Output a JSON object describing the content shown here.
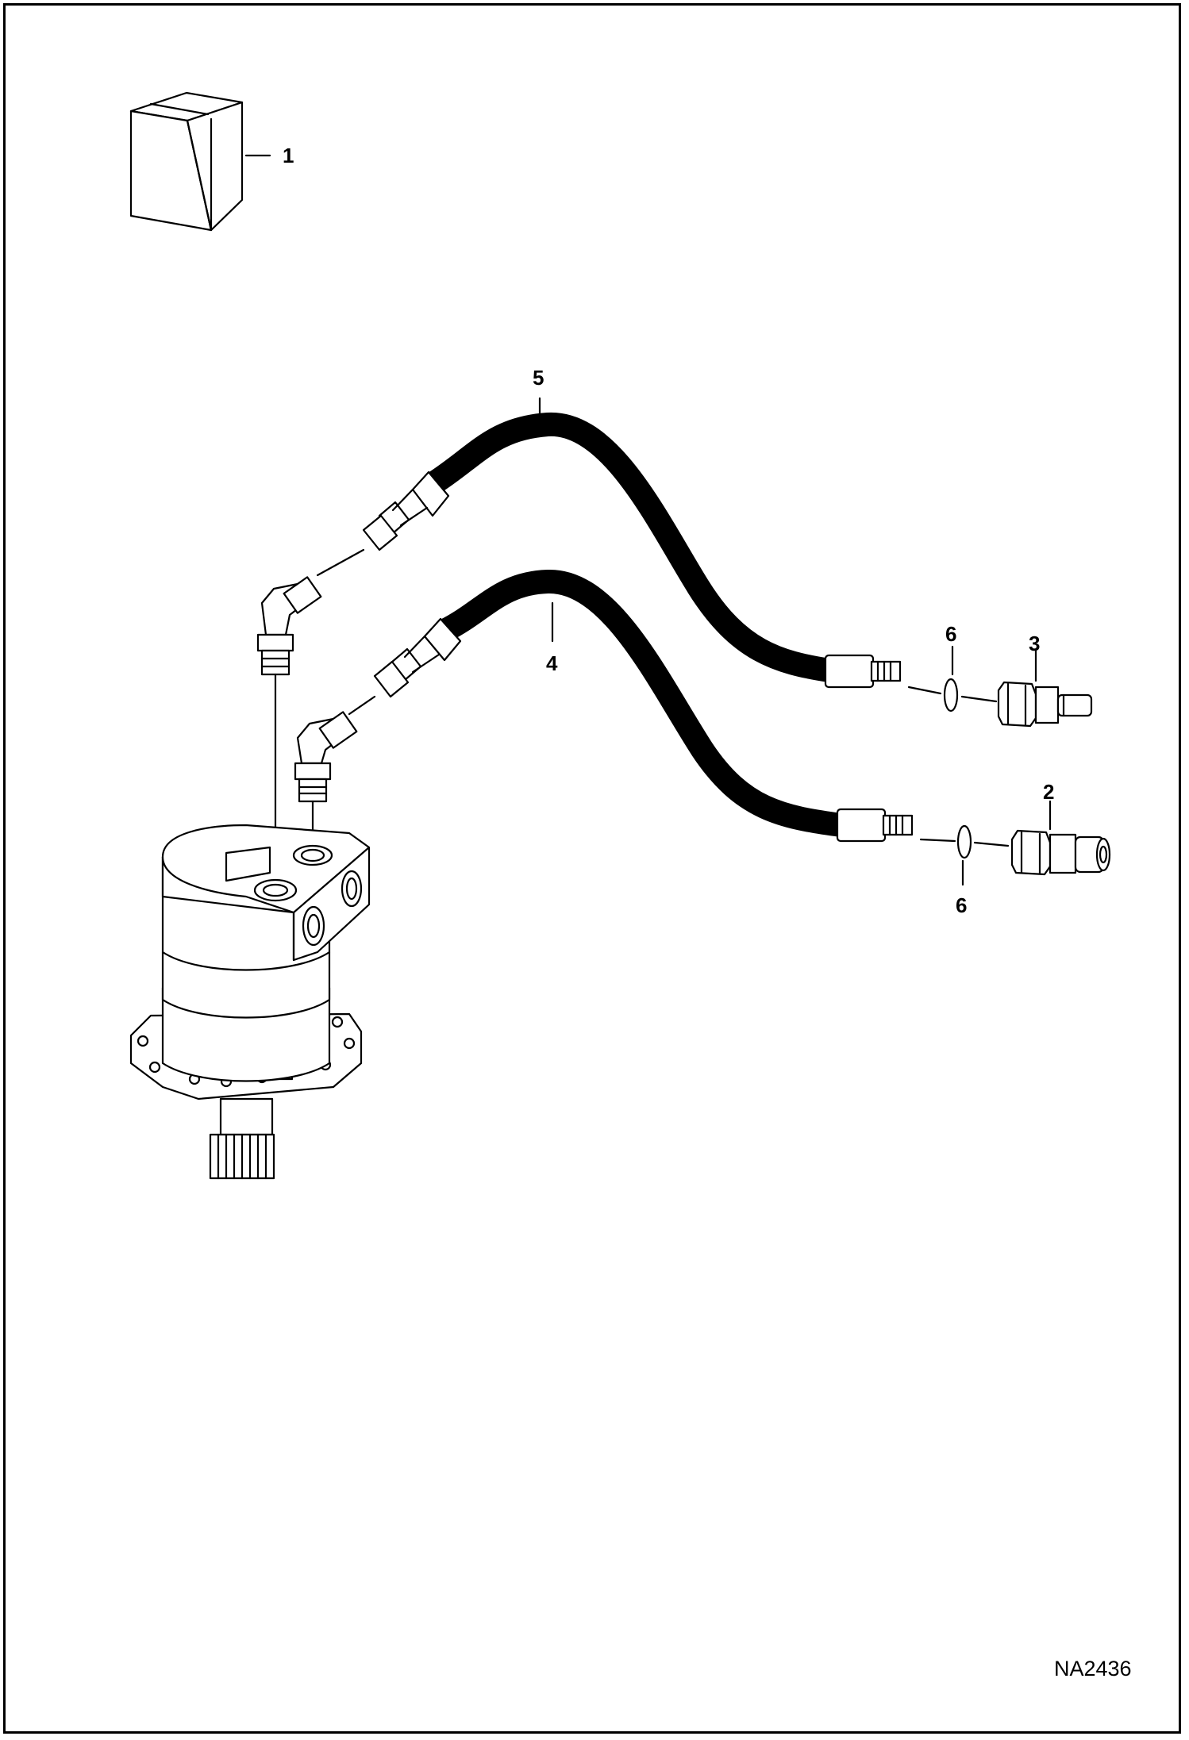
{
  "callouts": {
    "c1": "1",
    "c2": "2",
    "c3": "3",
    "c4": "4",
    "c5": "5",
    "c6_top": "6",
    "c6_bottom": "6"
  },
  "figure_id": "NA2436"
}
